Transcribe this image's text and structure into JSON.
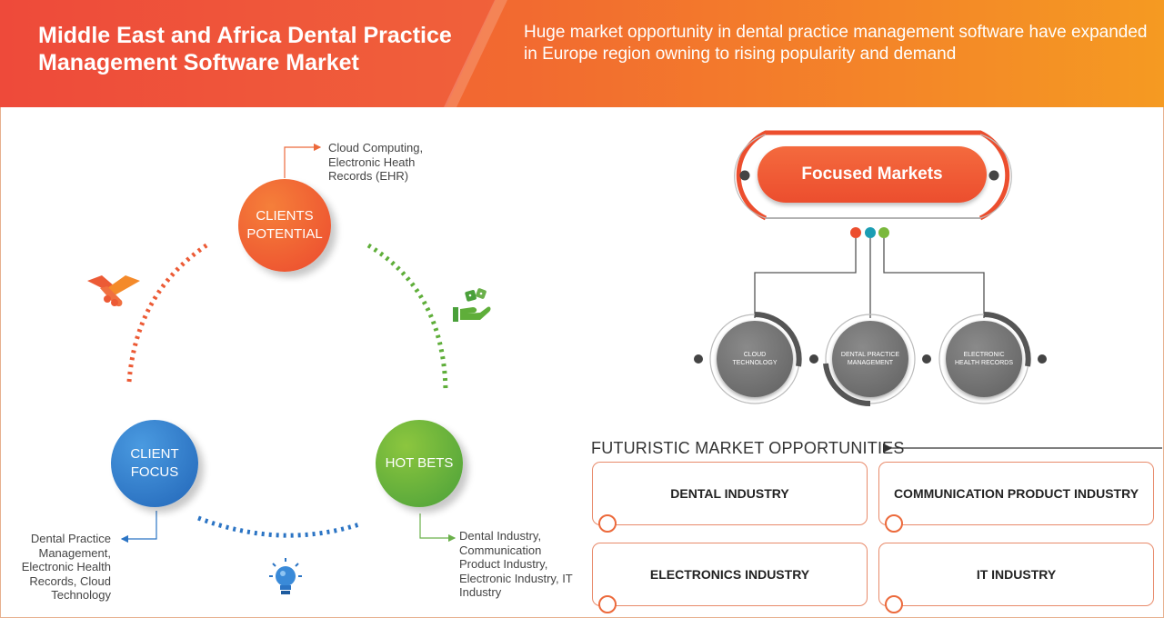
{
  "header": {
    "title": "Middle East and Africa Dental Practice Management Software Market",
    "description": "Huge market opportunity in dental practice management software have expanded in Europe region owning to rising popularity and demand"
  },
  "cycle": {
    "clients_potential": {
      "label": "CLIENTS POTENTIAL",
      "note": "Cloud Computing, Electronic Heath Records (EHR)"
    },
    "hot_bets": {
      "label": "HOT BETS",
      "note": "Dental Industry, Communication Product Industry, Electronic Industry, IT Industry"
    },
    "client_focus": {
      "label": "CLIENT FOCUS",
      "note": "Dental Practice Management, Electronic Health Records, Cloud Technology"
    },
    "icons": [
      "handshake-icon",
      "dice-hand-icon",
      "lightbulb-icon"
    ]
  },
  "focused_markets": {
    "title": "Focused Markets",
    "items": [
      "CLOUD TECHNOLOGY",
      "DENTAL PRACTICE MANAGEMENT",
      "ELECTRONIC HEALTH RECORDS"
    ],
    "dot_colors": [
      "#ec4e2e",
      "#1a9db3",
      "#7ab83c"
    ]
  },
  "futuristic": {
    "title": "FUTURISTIC MARKET OPPORTUNITIES",
    "items": [
      "DENTAL INDUSTRY",
      "COMMUNICATION PRODUCT INDUSTRY",
      "ELECTRONICS INDUSTRY",
      "IT INDUSTRY"
    ]
  },
  "colors": {
    "orange": "#f0563a",
    "amber": "#f59a22",
    "green": "#5fae3a",
    "blue": "#2b74c4",
    "grey": "#5f5f5f"
  }
}
